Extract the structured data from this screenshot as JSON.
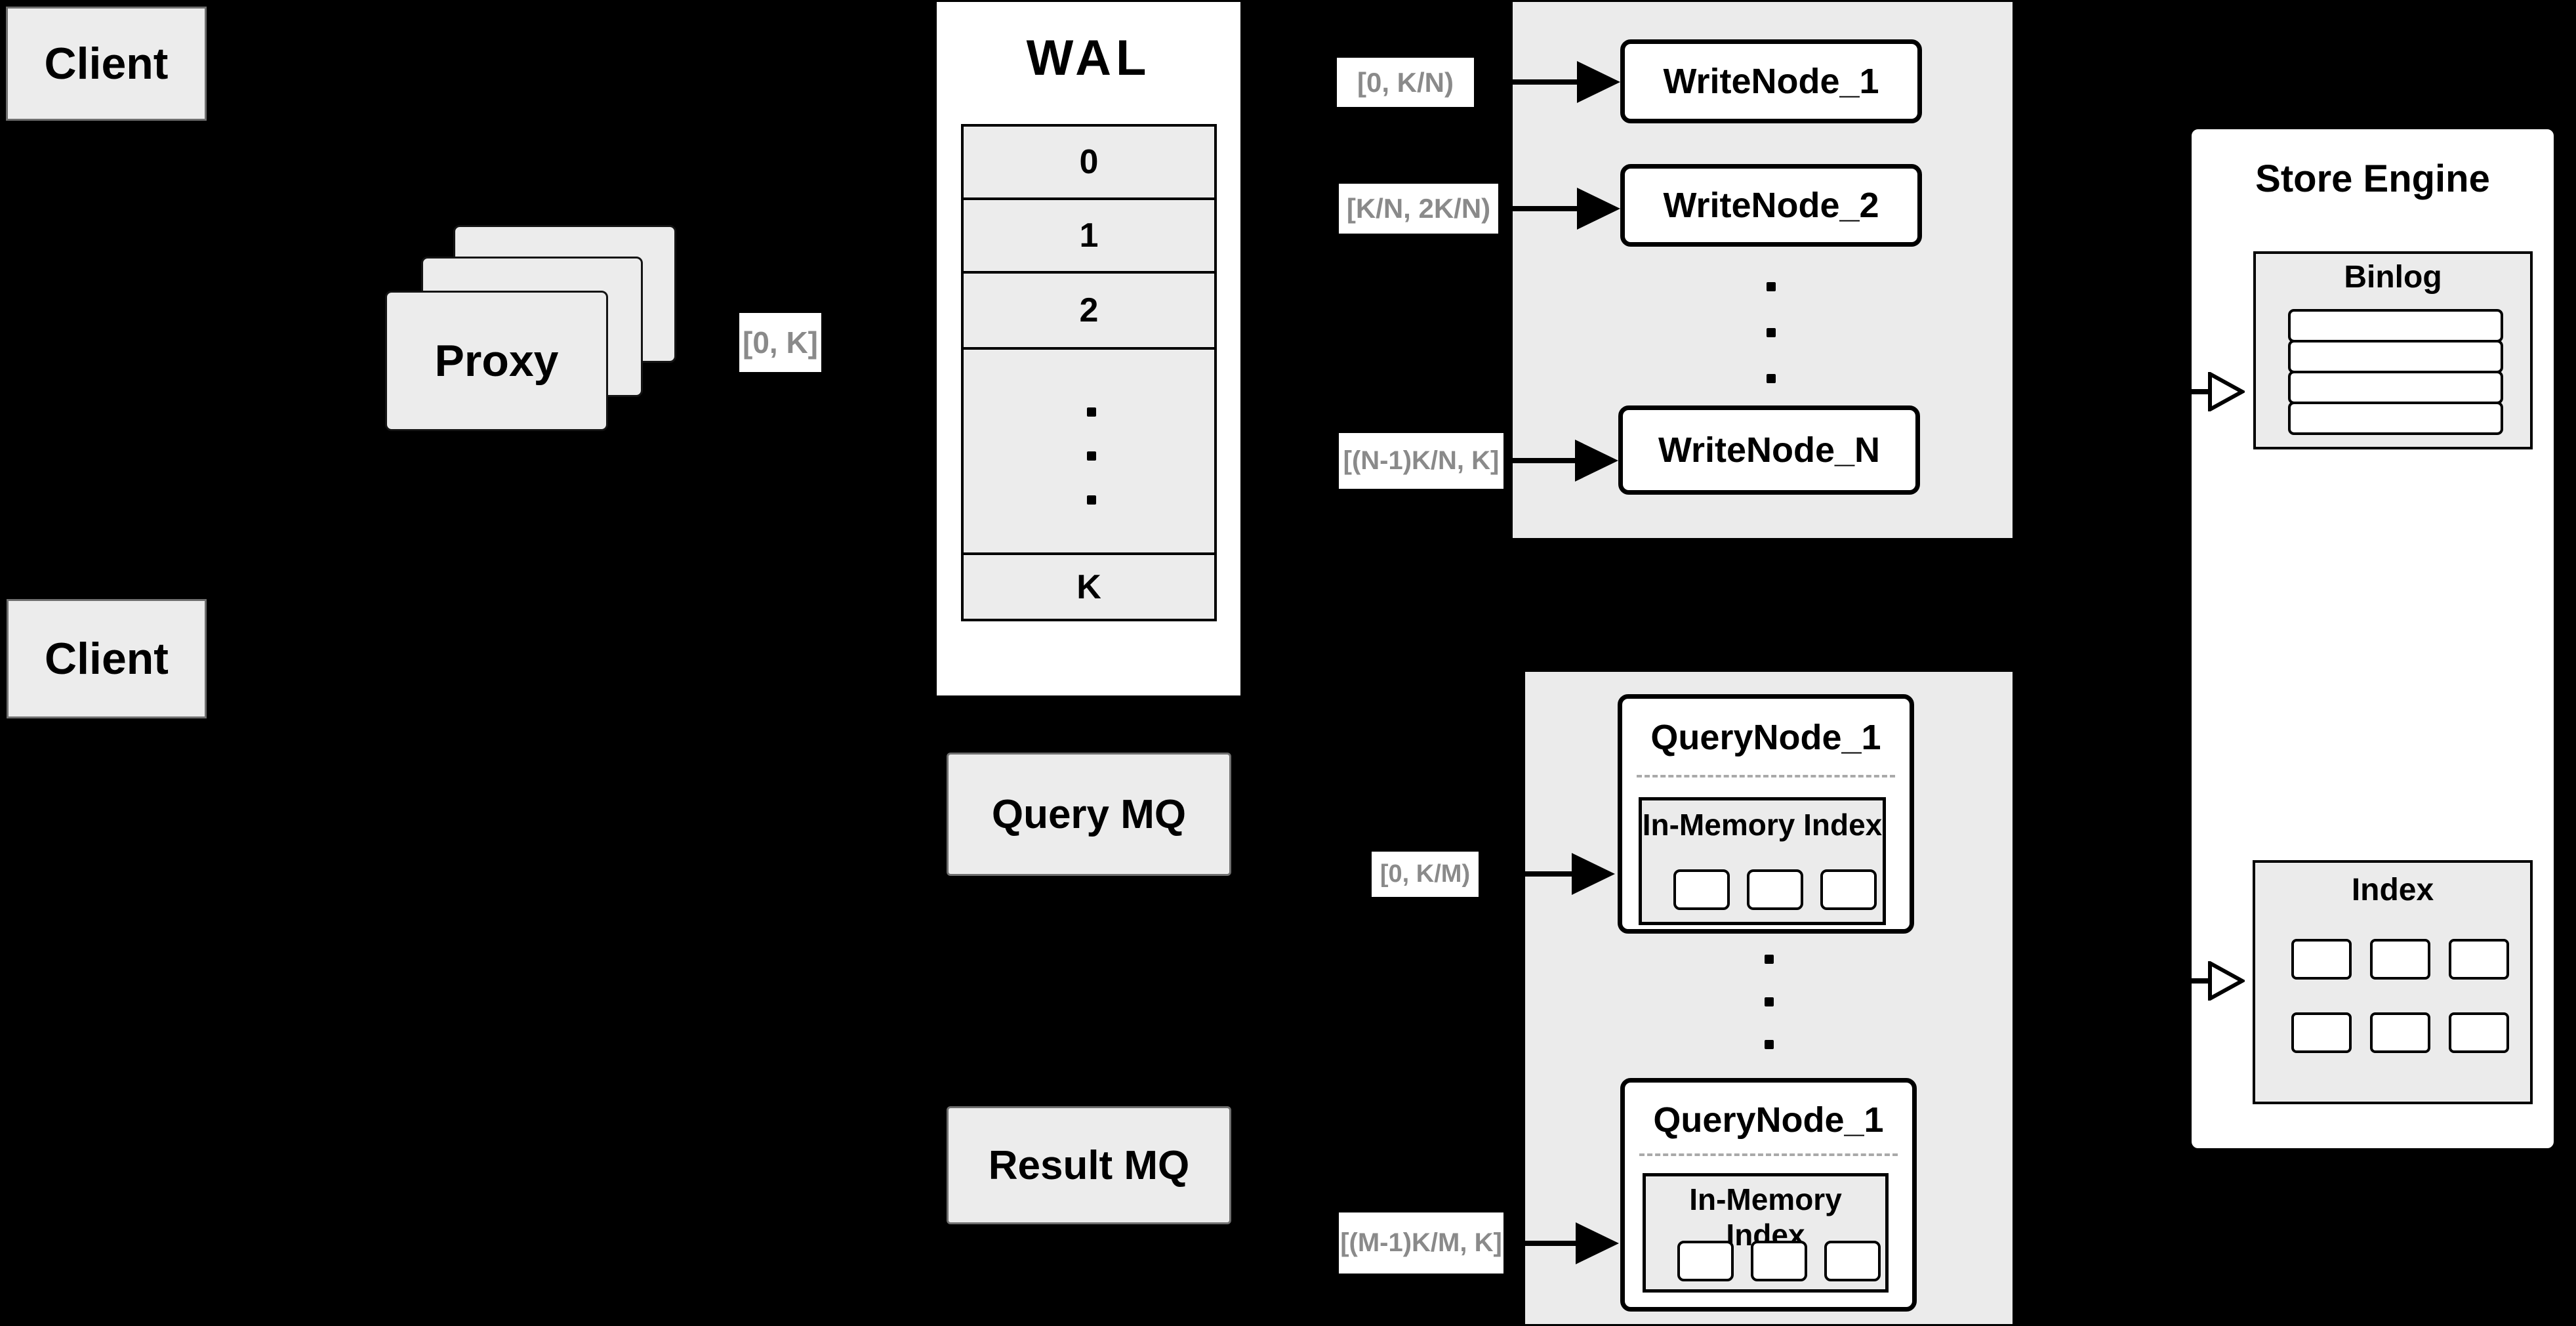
{
  "colors": {
    "background": "#000000",
    "box_fill": "#ececec",
    "panel_fill": "#ebebeb",
    "node_fill": "#ffffff",
    "border": "#000000",
    "range_label_text": "#8a8a8a"
  },
  "nodes": {
    "client_top": "Client",
    "client_bottom": "Client",
    "proxy": "Proxy",
    "query_mq": "Query MQ",
    "result_mq": "Result MQ",
    "wal": {
      "title": "WAL",
      "row_0": "0",
      "row_1": "1",
      "row_2": "2",
      "row_last": "K"
    },
    "write_nodes": {
      "n1": "WriteNode_1",
      "n2": "WriteNode_2",
      "nn": "WriteNode_N"
    },
    "query_nodes": {
      "top": {
        "title": "QueryNode_1",
        "inner_title": "In-Memory Index"
      },
      "bottom": {
        "title": "QueryNode_1",
        "inner_title": "In-Memory Index"
      }
    },
    "store_engine": {
      "title": "Store Engine",
      "binlog_title": "Binlog",
      "index_title": "Index"
    }
  },
  "range_labels": {
    "proxy_to_wal": "[0, K]",
    "wal_to_writenode_1": "[0, K/N)",
    "wal_to_writenode_2": "[K/N, 2K/N)",
    "wal_to_writenode_n": "[(N-1)K/N, K]",
    "querymq_to_querynode_top": "[0, K/M)",
    "querymq_to_querynode_bottom": "[(M-1)K/M, K]"
  }
}
